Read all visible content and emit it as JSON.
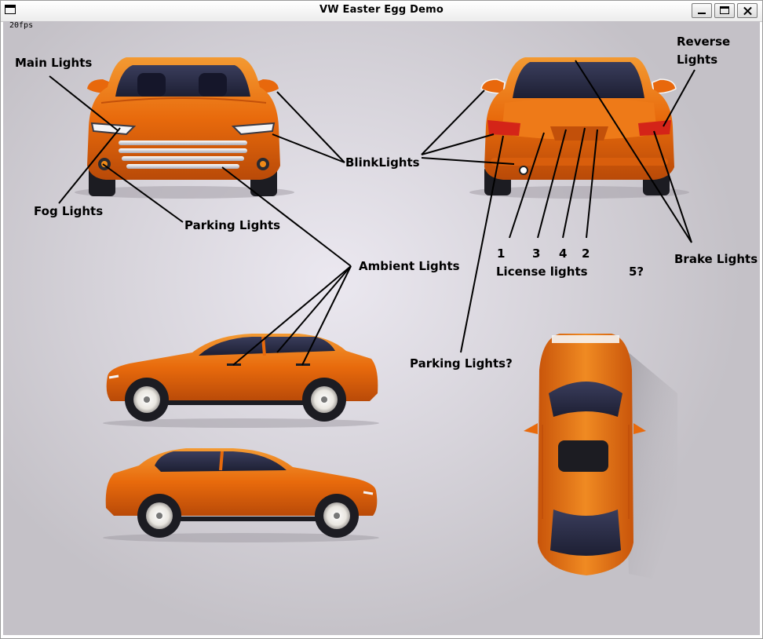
{
  "window": {
    "title": "VW Easter Egg Demo",
    "fps_text": "20fps"
  },
  "labels": {
    "main_lights": "Main Lights",
    "fog_lights": "Fog Lights",
    "parking_lights": "Parking Lights",
    "blink_lights": "BlinkLights",
    "ambient_lights": "Ambient Lights",
    "reverse_lights_line1": "Reverse",
    "reverse_lights_line2": "Lights",
    "brake_lights": "Brake Lights",
    "license_num_1": "1",
    "license_num_3": "3",
    "license_num_4": "4",
    "license_num_2": "2",
    "license_lights": "License lights",
    "unknown_5": "5?",
    "parking_lights_question": "Parking Lights?"
  },
  "colors": {
    "car_body": "#e86a0c",
    "car_body_dark": "#c0500a",
    "car_highlight": "#f7942e",
    "glass": "#2b2d45",
    "tire": "#1c1c22",
    "brake_light": "#d42418",
    "annotation_line": "#000000"
  }
}
